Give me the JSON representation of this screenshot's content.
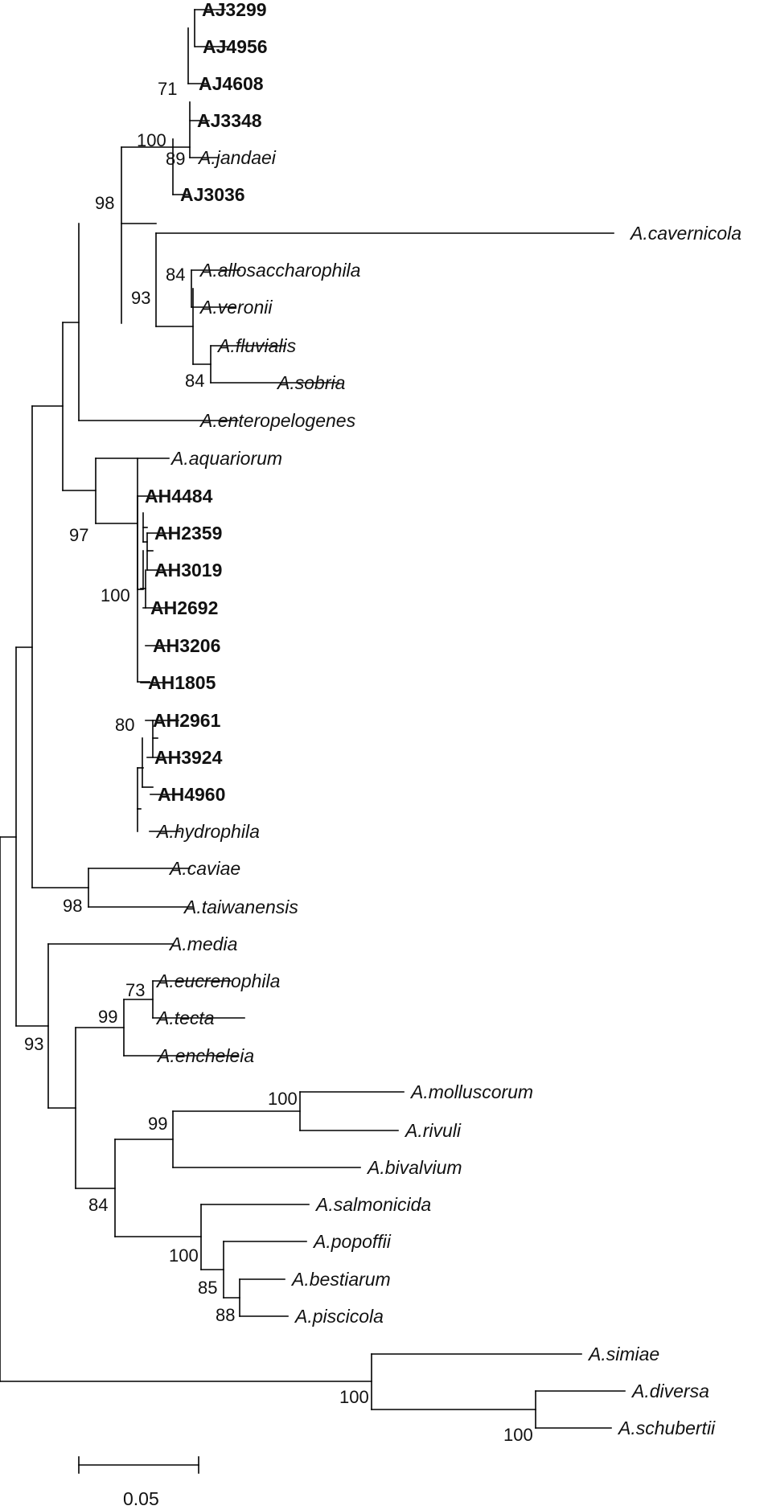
{
  "tree": {
    "taxa": [
      {
        "label": "AJ3299",
        "style": "bold"
      },
      {
        "label": "AJ4956",
        "style": "bold"
      },
      {
        "label": "AJ4608",
        "style": "bold"
      },
      {
        "label": "AJ3348",
        "style": "bold"
      },
      {
        "label": "A.jandaei",
        "style": "italic"
      },
      {
        "label": "AJ3036",
        "style": "bold"
      },
      {
        "label": "A.cavernicola",
        "style": "italic"
      },
      {
        "label": "A.allosaccharophila",
        "style": "italic"
      },
      {
        "label": "A.veronii",
        "style": "italic"
      },
      {
        "label": "A.fluvialis",
        "style": "italic"
      },
      {
        "label": "A.sobria",
        "style": "italic"
      },
      {
        "label": "A.enteropelogenes",
        "style": "italic"
      },
      {
        "label": "A.aquariorum",
        "style": "italic"
      },
      {
        "label": "AH4484",
        "style": "bold"
      },
      {
        "label": "AH2359",
        "style": "bold"
      },
      {
        "label": "AH3019",
        "style": "bold"
      },
      {
        "label": "AH2692",
        "style": "bold"
      },
      {
        "label": "AH3206",
        "style": "bold"
      },
      {
        "label": "AH1805",
        "style": "bold"
      },
      {
        "label": "AH2961",
        "style": "bold"
      },
      {
        "label": "AH3924",
        "style": "bold"
      },
      {
        "label": "AH4960",
        "style": "bold"
      },
      {
        "label": "A.hydrophila",
        "style": "italic"
      },
      {
        "label": "A.caviae",
        "style": "italic"
      },
      {
        "label": "A.taiwanensis",
        "style": "italic"
      },
      {
        "label": "A.media",
        "style": "italic"
      },
      {
        "label": "A.eucrenophila",
        "style": "italic"
      },
      {
        "label": "A.tecta",
        "style": "italic"
      },
      {
        "label": "A.encheleia",
        "style": "italic"
      },
      {
        "label": "A.molluscorum",
        "style": "italic"
      },
      {
        "label": "A.rivuli",
        "style": "italic"
      },
      {
        "label": "A.bivalvium",
        "style": "italic"
      },
      {
        "label": "A.salmonicida",
        "style": "italic"
      },
      {
        "label": "A.popoffii",
        "style": "italic"
      },
      {
        "label": "A.bestiarum",
        "style": "italic"
      },
      {
        "label": "A.piscicola",
        "style": "italic"
      },
      {
        "label": "A.simiae",
        "style": "italic"
      },
      {
        "label": "A.diversa",
        "style": "italic"
      },
      {
        "label": "A.schubertii",
        "style": "italic"
      }
    ],
    "bootstrap": [
      "71",
      "100",
      "89",
      "98",
      "84",
      "93",
      "84",
      "97",
      "100",
      "80",
      "98",
      "73",
      "99",
      "93",
      "100",
      "99",
      "84",
      "100",
      "85",
      "88",
      "100",
      "100"
    ],
    "scale_bar": {
      "label": "0.05",
      "value": 0.05
    }
  }
}
